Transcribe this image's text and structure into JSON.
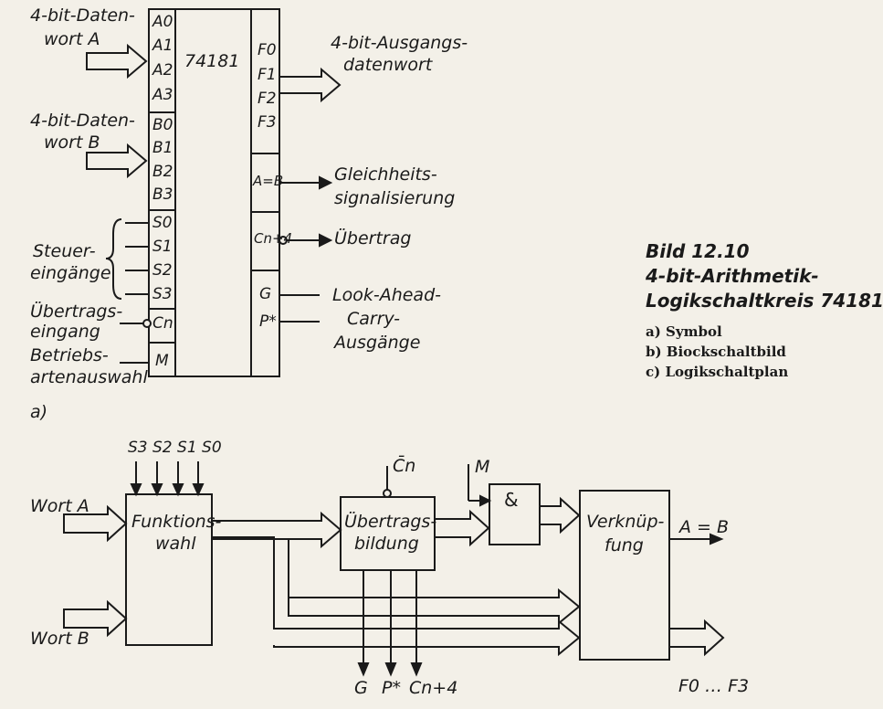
{
  "symbol": {
    "chip_name": "74181",
    "inputs_a": [
      "A0",
      "A1",
      "A2",
      "A3"
    ],
    "inputs_b": [
      "B0",
      "B1",
      "B2",
      "B3"
    ],
    "inputs_s": [
      "S0",
      "S1",
      "S2",
      "S3"
    ],
    "input_cn": "Cn",
    "input_m": "M",
    "outputs_f": [
      "F0",
      "F1",
      "F2",
      "F3"
    ],
    "output_eq": "A=B",
    "output_cn4": "Cn+4",
    "output_g": "G",
    "output_p": "P*",
    "label_wort_a": [
      "4-bit-Daten-",
      "wort A"
    ],
    "label_wort_b": [
      "4-bit-Daten-",
      "wort B"
    ],
    "label_steuer": [
      "Steuer-",
      "eingänge"
    ],
    "label_uebertrag_in": [
      "Übertrags-",
      "eingang"
    ],
    "label_betrieb": [
      "Betriebs-",
      "artenauswahl"
    ],
    "label_ausgang": [
      "4-bit-Ausgangs-",
      "datenwort"
    ],
    "label_gleich": [
      "Gleichheits-",
      "signalisierung"
    ],
    "label_uebertrag_out": "Übertrag",
    "label_lookahead": [
      "Look-Ahead-",
      "Carry-",
      "Ausgänge"
    ],
    "part_label": "a)"
  },
  "block": {
    "funktion": [
      "Funktions-",
      "wahl"
    ],
    "uebertrag": [
      "Übertrags-",
      "bildung"
    ],
    "and_gate": "&",
    "verknuepfung": [
      "Verknüp-",
      "fung"
    ],
    "wort_a": "Wort A",
    "wort_b": "Wort B",
    "s_inputs": "S3 S2 S1 S0",
    "cn_input": "C̄n",
    "m_input": "M",
    "out_eq": "A = B",
    "out_f": "F0 … F3",
    "out_g": "G",
    "out_p": "P*",
    "out_cn4": "Cn+4"
  },
  "caption": {
    "title": [
      "Bild 12.10",
      "4-bit-Arithmetik-",
      "Logikschaltkreis 74181"
    ],
    "items": [
      "a) Symbol",
      "b) Biockschaltbild",
      "c) Logikschaltplan"
    ]
  }
}
